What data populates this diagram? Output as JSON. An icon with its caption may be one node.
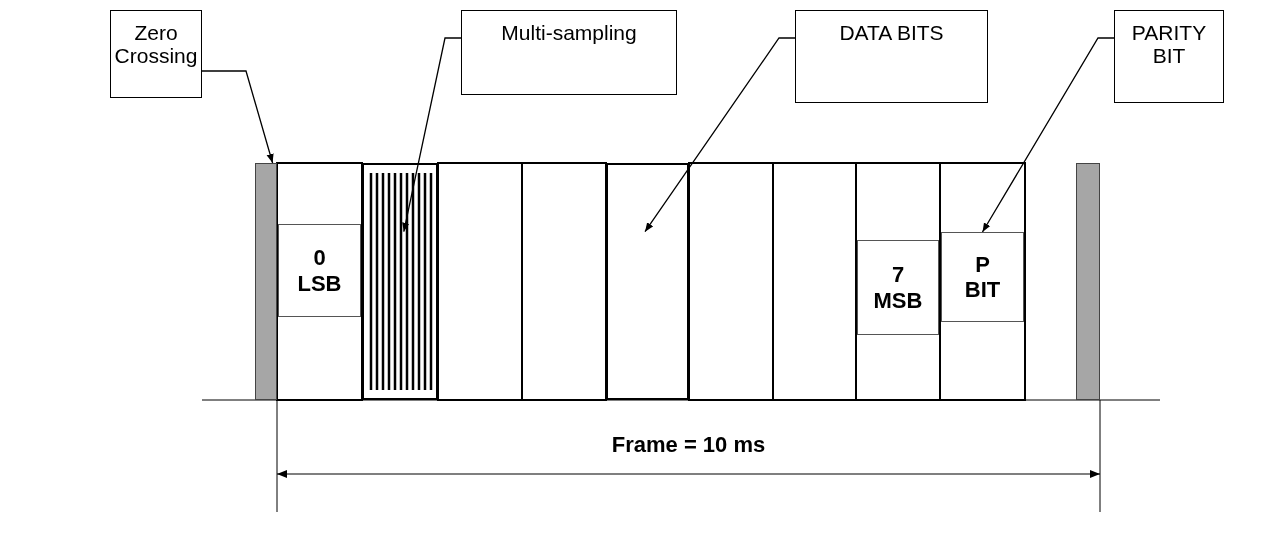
{
  "diagram": {
    "nodes": [
      {
        "text": [
          "Zero Crossing"
        ]
      },
      {
        "text": [
          "Multi-sampling"
        ]
      },
      {
        "text": [
          "DATA BITS"
        ]
      },
      {
        "text": [
          "PARITY BIT"
        ]
      },
      {
        "text": [],
        "shape": "bar"
      },
      {
        "text": [
          "0 LSB"
        ]
      },
      {
        "text": [],
        "shape": "box"
      },
      {
        "text": [],
        "shape": "box"
      },
      {
        "text": [
          "7 MSB"
        ]
      },
      {
        "text": [
          "P BIT"
        ]
      },
      {
        "text": [],
        "shape": "bar"
      }
    ],
    "edges": [
      {
        "from": 0,
        "to": 4,
        "arrow": "to"
      },
      {
        "from": 1,
        "to": 6,
        "arrow": "to"
      },
      {
        "from": 2,
        "to": 7,
        "arrow": "to"
      },
      {
        "from": 3,
        "to": 9,
        "arrow": "to"
      }
    ],
    "labels": [
      "Frame = 10 ms"
    ]
  }
}
